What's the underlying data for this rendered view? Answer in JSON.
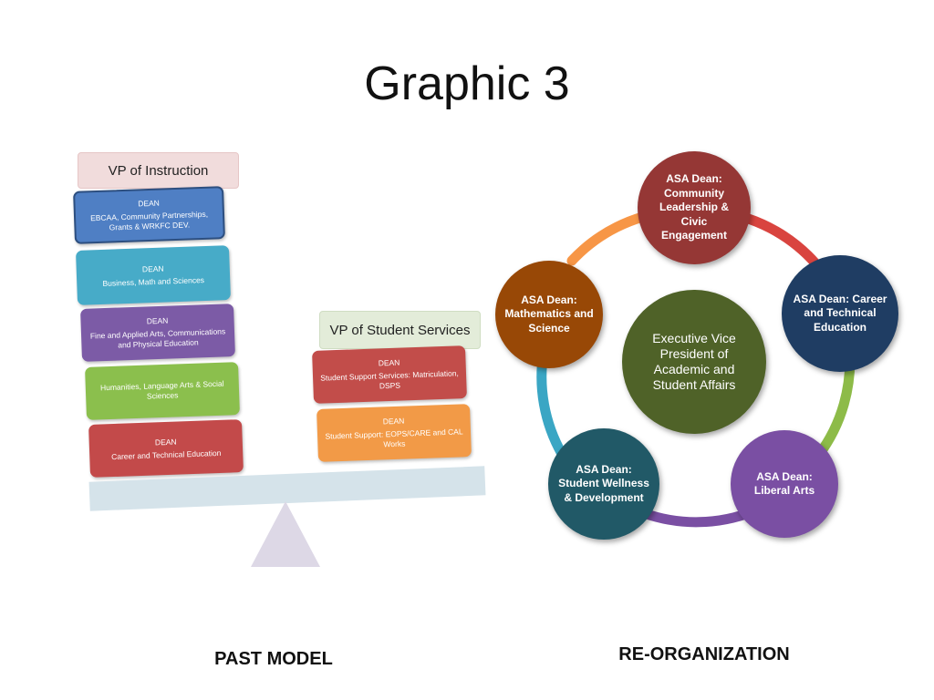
{
  "title": "Graphic 3",
  "past_model": {
    "vp_instruction": "VP of Instruction",
    "vp_student_services": "VP of Student Services",
    "left_stack": [
      {
        "l1": "DEAN",
        "l2": "EBCAA, Community Partnerships, Grants & WRKFC DEV.",
        "color": "#4f7fc4"
      },
      {
        "l1": "DEAN",
        "l2": "Business, Math and Sciences",
        "color": "#47abc8"
      },
      {
        "l1": "DEAN",
        "l2": "Fine and Applied Arts, Communications and Physical Education",
        "color": "#7c5ba6"
      },
      {
        "l1": "",
        "l2": "Humanities, Language Arts & Social Sciences",
        "color": "#8bbf4d"
      },
      {
        "l1": "DEAN",
        "l2": "Career and Technical Education",
        "color": "#c34a4a"
      }
    ],
    "right_stack": [
      {
        "l1": "DEAN",
        "l2": "Student Support Services: Matriculation, DSPS",
        "color": "#c24d4a"
      },
      {
        "l1": "DEAN",
        "l2": "Student Support: EOPS/CARE and CAL Works",
        "color": "#f29a47"
      }
    ],
    "label": "PAST MODEL"
  },
  "reorganization": {
    "center": "Executive Vice President of Academic  and Student Affairs",
    "nodes": [
      {
        "text": "ASA Dean: Community Leadership & Civic Engagement",
        "color": "#953735"
      },
      {
        "text": "ASA Dean: Career and Technical Education",
        "color": "#1f3d63"
      },
      {
        "text": "ASA Dean: Liberal Arts",
        "color": "#7a4fa3"
      },
      {
        "text": "ASA Dean: Student Wellness & Development",
        "color": "#215967"
      },
      {
        "text": "ASA Dean: Mathematics and Science",
        "color": "#984806"
      }
    ],
    "ring_colors": {
      "top_left": "#f79646",
      "top_right": "#d9443f",
      "right": "#8dbb48",
      "bottom": "#7a4fa3",
      "left": "#3aa6c4"
    },
    "label": "RE-ORGANIZATION"
  }
}
